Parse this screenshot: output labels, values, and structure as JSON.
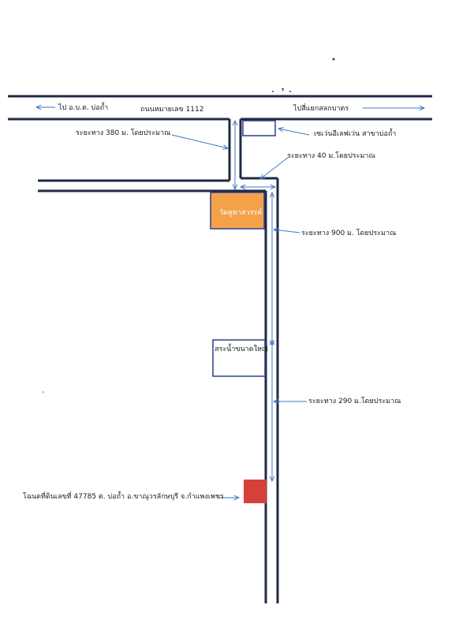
{
  "directions": {
    "left": "ไป อ.บ.ต. บ่อถ้ำ",
    "right": "ไปสี่แยกสลกบาตร"
  },
  "road_name": "ถนนหมายเลข 1112",
  "landmarks": {
    "seven_eleven": "เซเว่นอีเลฟเว่น สาขาบ่อถ้ำ",
    "temple": "วัดคูหาสวรรค์",
    "reservoir": "สระน้ำขนาดใหญ่",
    "parcel": "โฉนดที่ดินเลขที่ 47785 ต. บ่อถ้ำ อ.ขาณุวรลักษบุรี จ.กำแพงเพชร"
  },
  "distances": {
    "d380": "ระยะทาง 380 ม. โดยประมาณ",
    "d40": "ระยะทาง 40 ม.โดยประมาณ",
    "d900": "ระยะทาง 900 ม. โดยประมาณ",
    "d290": "ระยะทาง 290 ม.โดยประมาณ"
  },
  "colors": {
    "road": "#1f2a44",
    "arrow": "#3a78c9",
    "temple_fill": "#f3a24a",
    "parcel_fill": "#d6403a",
    "box_border": "#2b3f8c"
  }
}
